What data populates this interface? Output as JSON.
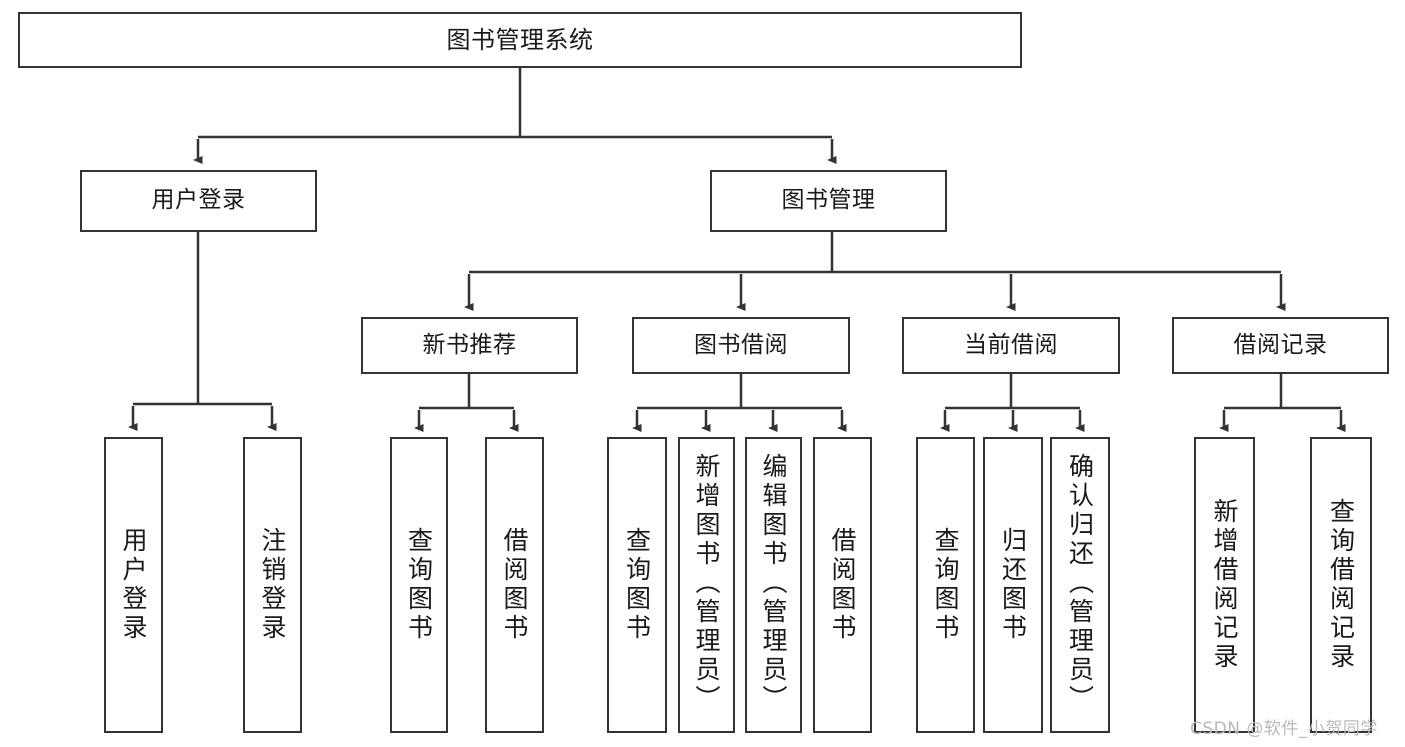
{
  "diagram": {
    "title": "图书管理系统",
    "type": "tree-hierarchy-chart",
    "levels": 4,
    "nodes": {
      "root": {
        "label": "图书管理系统"
      },
      "level2": [
        {
          "id": "user-login",
          "label": "用户登录"
        },
        {
          "id": "book-manage",
          "label": "图书管理"
        }
      ],
      "level3": [
        {
          "id": "new-book-recommend",
          "label": "新书推荐"
        },
        {
          "id": "book-borrow",
          "label": "图书借阅"
        },
        {
          "id": "current-borrow",
          "label": "当前借阅"
        },
        {
          "id": "borrow-record",
          "label": "借阅记录"
        }
      ],
      "leaves": {
        "user_login": [
          {
            "id": "leaf-user-login",
            "label": "用户登录"
          },
          {
            "id": "leaf-logout-login",
            "label": "注销登录"
          }
        ],
        "new_book_recommend": [
          {
            "id": "leaf-query-book-1",
            "label": "查询图书"
          },
          {
            "id": "leaf-borrow-book-1",
            "label": "借阅图书"
          }
        ],
        "book_borrow": [
          {
            "id": "leaf-query-book-2",
            "label": "查询图书"
          },
          {
            "id": "leaf-add-book",
            "label": "新增图书（管理员）"
          },
          {
            "id": "leaf-edit-book",
            "label": "编辑图书（管理员）"
          },
          {
            "id": "leaf-borrow-book-2",
            "label": "借阅图书"
          }
        ],
        "current_borrow": [
          {
            "id": "leaf-query-book-3",
            "label": "查询图书"
          },
          {
            "id": "leaf-return-book",
            "label": "归还图书"
          },
          {
            "id": "leaf-confirm-return",
            "label": "确认归还（管理员）"
          }
        ],
        "borrow_record": [
          {
            "id": "leaf-add-record",
            "label": "新增借阅记录"
          },
          {
            "id": "leaf-query-record",
            "label": "查询借阅记录"
          }
        ]
      }
    },
    "style": {
      "stroke": "#333333",
      "fill": "#ffffff",
      "text": "#1a1a1a",
      "background": "#ffffff"
    }
  },
  "watermark": {
    "text": "CSDN @软件_小贺同学",
    "color": "#b9b9b9"
  }
}
